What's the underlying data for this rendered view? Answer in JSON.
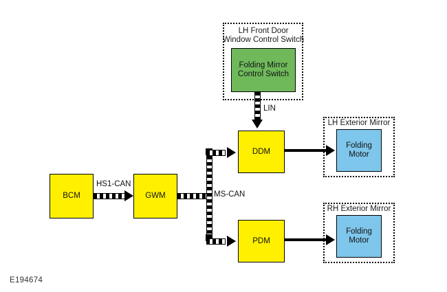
{
  "figure": {
    "id": "E194674"
  },
  "colors": {
    "ecu_yellow": "#FFF000",
    "switch_green": "#6FB95B",
    "motor_blue": "#7EC6EB",
    "line_black": "#000000",
    "background": "#FFFFFF"
  },
  "groups": [
    {
      "key": "lh_front_door",
      "title": "LH Front Door\nWindow Control Switch"
    },
    {
      "key": "lh_exterior_mirror",
      "title": "LH Exterior Mirror"
    },
    {
      "key": "rh_exterior_mirror",
      "title": "RH Exterior Mirror"
    }
  ],
  "nodes": {
    "bcm": "BCM",
    "gwm": "GWM",
    "ddm": "DDM",
    "pdm": "PDM",
    "folding_mirror_control_switch": "Folding Mirror\nControl Switch",
    "lh_folding_motor": "Folding\nMotor",
    "rh_folding_motor": "Folding\nMotor"
  },
  "connections": [
    {
      "key": "hs1_can",
      "label": "HS1-CAN",
      "from": "bcm",
      "to": "gwm",
      "style": "bus-dashed"
    },
    {
      "key": "ms_can",
      "label": "MS-CAN",
      "from": "gwm",
      "to": "ddm,pdm",
      "style": "bus-dashed"
    },
    {
      "key": "lin",
      "label": "LIN",
      "from": "folding_mirror_control_switch",
      "to": "ddm",
      "style": "bus-dashed"
    },
    {
      "key": "ddm_to_lh_motor",
      "label": "",
      "from": "ddm",
      "to": "lh_folding_motor",
      "style": "solid"
    },
    {
      "key": "pdm_to_rh_motor",
      "label": "",
      "from": "pdm",
      "to": "rh_folding_motor",
      "style": "solid"
    }
  ],
  "edge_labels": {
    "hs1_can": "HS1-CAN",
    "ms_can": "MS-CAN",
    "lin": "LIN"
  }
}
